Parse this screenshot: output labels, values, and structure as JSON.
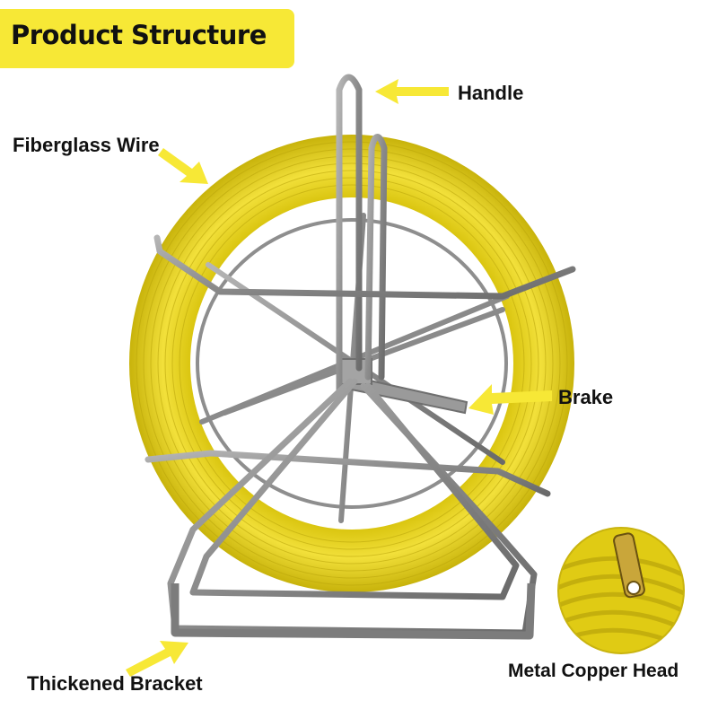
{
  "title": "Product Structure",
  "labels": {
    "handle": "Handle",
    "fiberglass_wire": "Fiberglass Wire",
    "brake": "Brake",
    "thickened_bracket": "Thickened Bracket",
    "metal_copper_head": "Metal Copper Head"
  },
  "colors": {
    "accent_yellow": "#f7e836",
    "wire_yellow": "#e8d21a",
    "frame_gray": "#8a8a8a"
  }
}
